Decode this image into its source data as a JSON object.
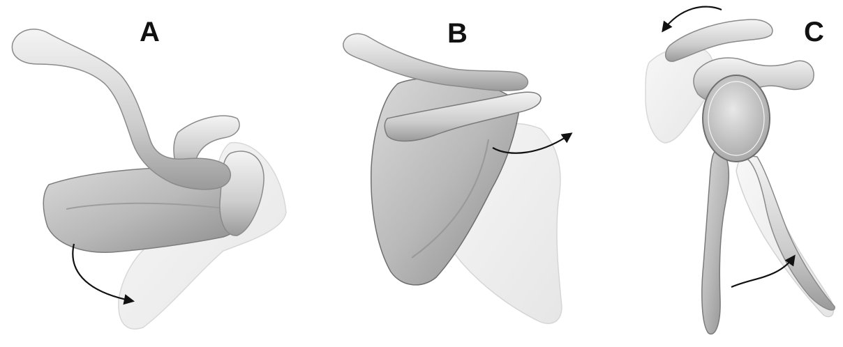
{
  "panels": [
    {
      "label": "A"
    },
    {
      "label": "B"
    },
    {
      "label": "C"
    }
  ],
  "colors": {
    "bone_light": "#eeeeee",
    "bone_mid": "#cfcfcf",
    "bone_dark": "#8f8f8f",
    "ghost": "#f3f3f3",
    "arrow": "#111111"
  }
}
